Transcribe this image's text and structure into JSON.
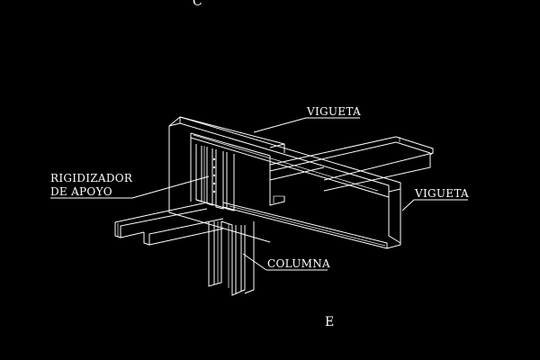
{
  "drawing": {
    "background": "#000000",
    "line_color": "#ffffff",
    "labels": {
      "vigueta_top": "VIGUETA",
      "vigueta_right": "VIGUETA",
      "rigidizador_line1": "RIGIDIZADOR",
      "rigidizador_line2": "DE APOYO",
      "columna": "COLUMNA"
    },
    "section_marks": {
      "top": "C",
      "bottom": "E"
    }
  }
}
